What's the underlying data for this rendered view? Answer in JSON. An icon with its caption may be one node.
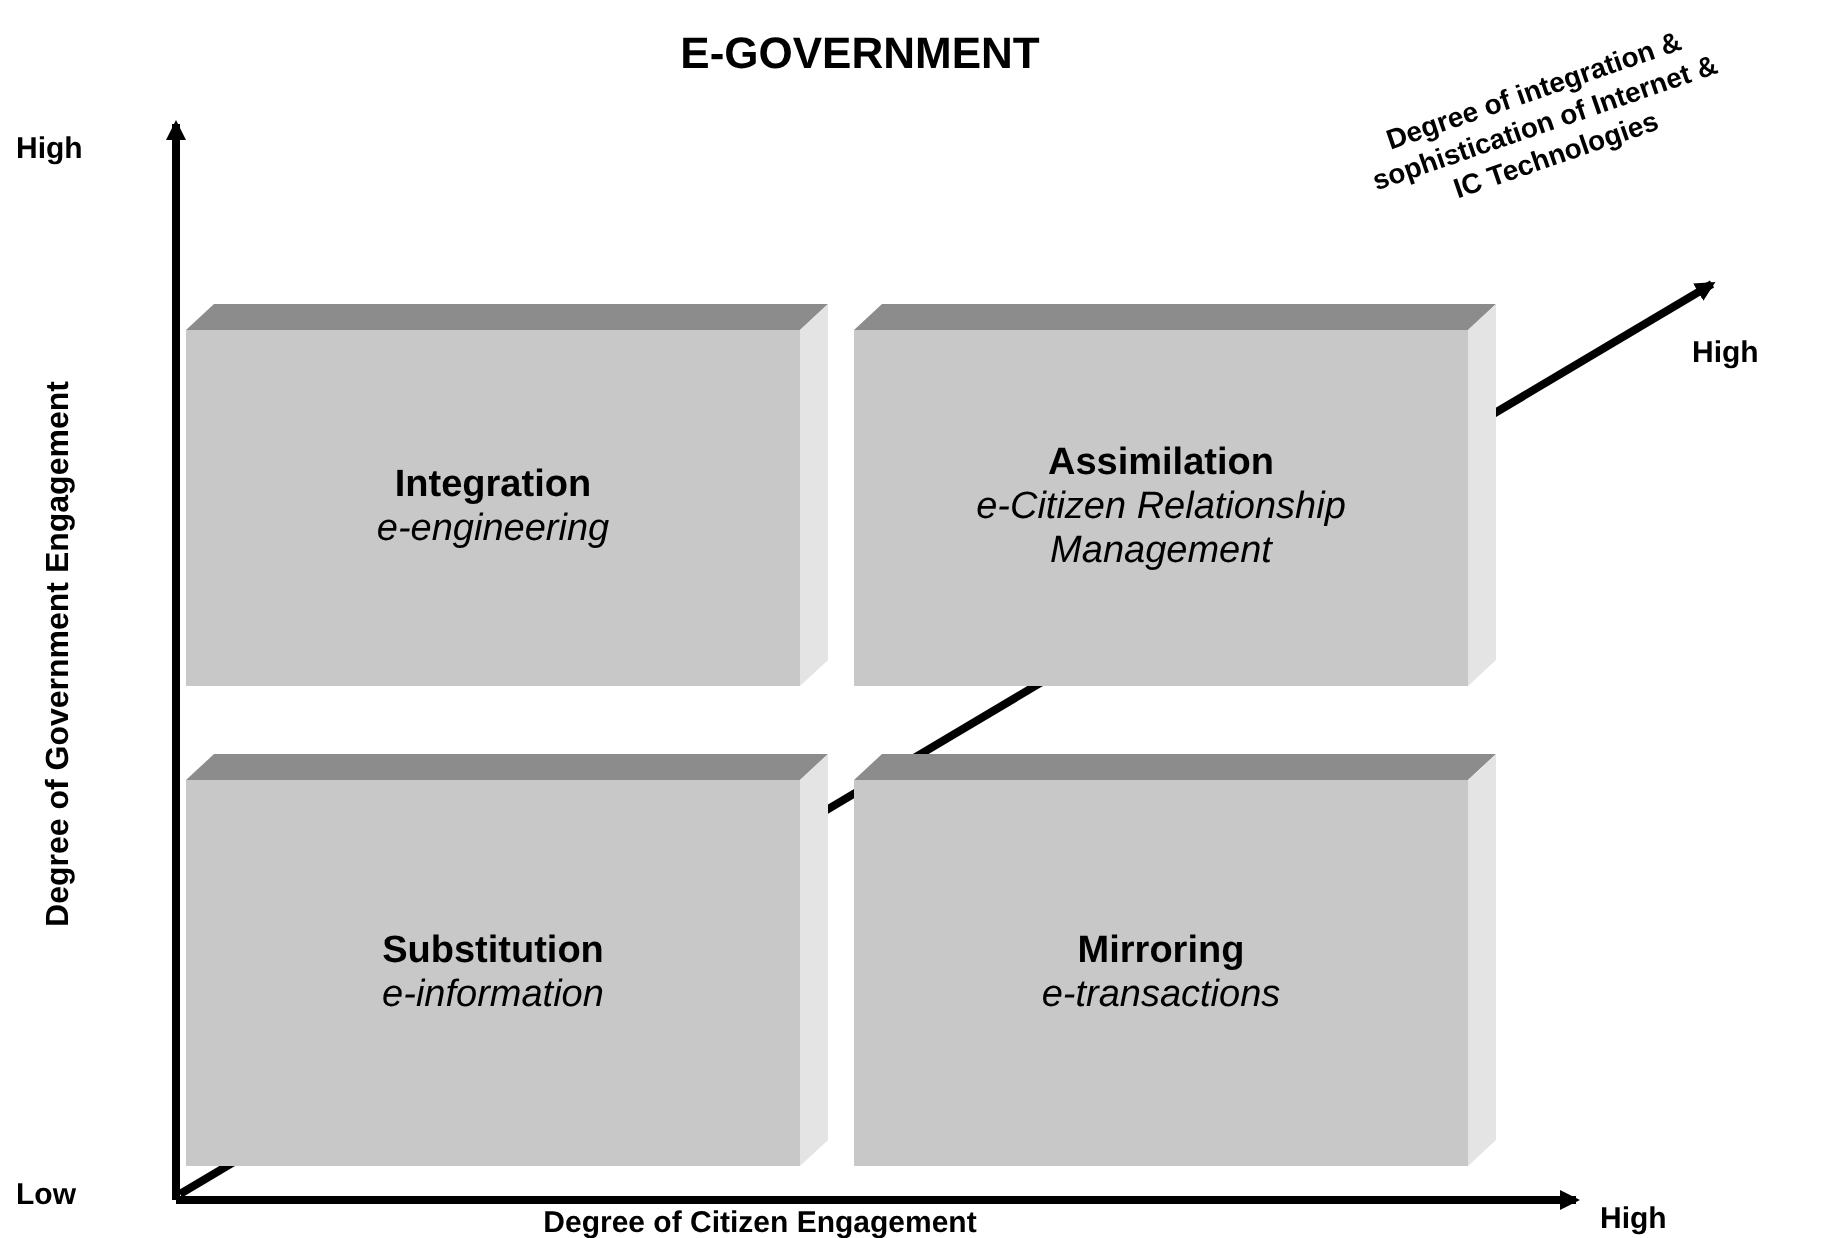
{
  "diagram": {
    "title": "E-GOVERNMENT",
    "nodes": [
      {
        "text": [
          "Integration",
          "e-engineering"
        ]
      },
      {
        "text": [
          "Assimilation",
          "e-Citizen Relationship Management"
        ]
      },
      {
        "text": [
          "Substitution",
          "e-information"
        ]
      },
      {
        "text": [
          "Mirroring",
          "e-transactions"
        ]
      }
    ],
    "labels": [
      "Degree of integration & sophistication of Internet & IC Technologies",
      "High",
      "High",
      "Degree of Government Engagement",
      "Low",
      "High",
      "Degree of Citizen Engagement"
    ]
  }
}
